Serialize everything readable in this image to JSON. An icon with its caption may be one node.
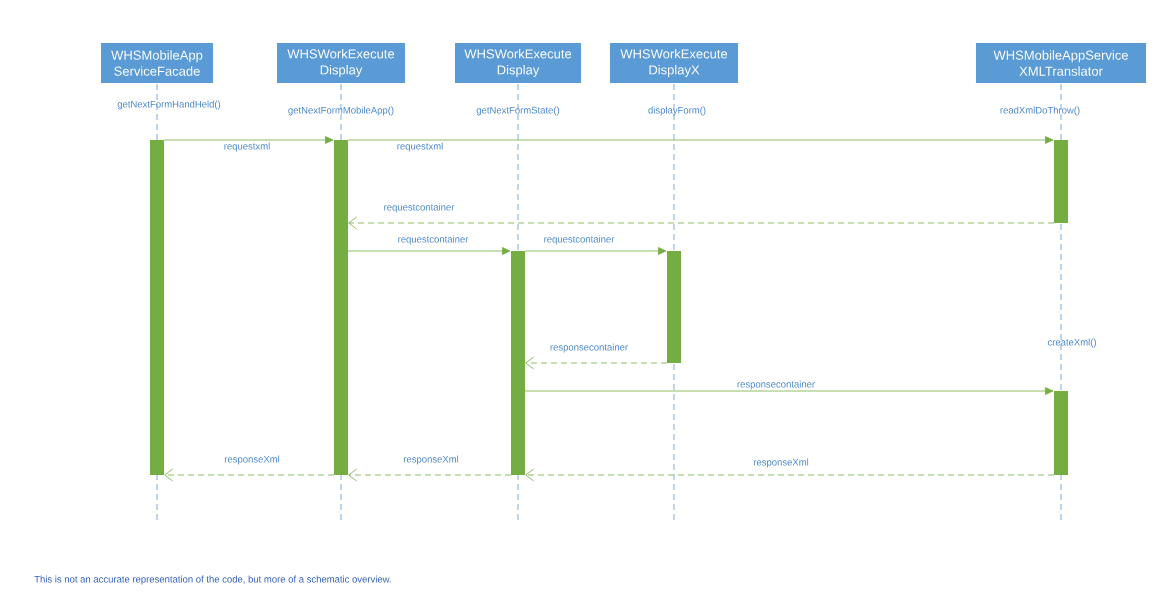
{
  "diagram": {
    "nodes": [
      {
        "text": [
          "WHSMobileApp ServiceFacade"
        ]
      },
      {
        "text": [
          "WHSWorkExecute Display"
        ]
      },
      {
        "text": [
          "WHSWorkExecute Display"
        ]
      },
      {
        "text": [
          "WHSWorkExecute DisplayX"
        ]
      },
      {
        "text": [
          "WHSMobileAppService XMLTranslator"
        ]
      },
      {
        "text": [],
        "shape": "bar"
      },
      {
        "text": [],
        "shape": "bar"
      },
      {
        "text": [],
        "shape": "bar"
      },
      {
        "text": [],
        "shape": "bar"
      },
      {
        "text": [],
        "shape": "bar"
      },
      {
        "text": [],
        "shape": "bar"
      }
    ],
    "edges": [
      {
        "from": 5,
        "to": 6,
        "arrow": "to",
        "label": "requestxml"
      },
      {
        "from": 6,
        "to": 7,
        "arrow": "to",
        "label": "requestxml"
      },
      {
        "from": 7,
        "to": 6,
        "arrow": "to",
        "label": "requestcontainer",
        "style": "dashed"
      },
      {
        "from": 6,
        "to": 8,
        "arrow": "to",
        "label": "requestcontainer"
      },
      {
        "from": 8,
        "to": 9,
        "arrow": "to",
        "label": "requestcontainer"
      },
      {
        "from": 9,
        "to": 8,
        "arrow": "to",
        "label": "responsecontainer",
        "style": "dashed"
      },
      {
        "from": 8,
        "to": 10,
        "arrow": "to",
        "label": "responsecontainer"
      },
      {
        "from": 10,
        "to": 8,
        "arrow": "to",
        "label": "responseXml",
        "style": "dashed"
      },
      {
        "from": 8,
        "to": 6,
        "arrow": "to",
        "label": "responseXml",
        "style": "dashed"
      },
      {
        "from": 6,
        "to": 5,
        "arrow": "to",
        "label": "responseXml",
        "style": "dashed"
      }
    ],
    "labels": [
      "getNextFormHandHeld()",
      "getNextFormMobileApp()",
      "getNextFormState()",
      "displayForm()",
      "readXmlDoThrow()",
      "createXml()"
    ],
    "caption": "This is not an accurate representation of the code, but more of a schematic overview."
  }
}
